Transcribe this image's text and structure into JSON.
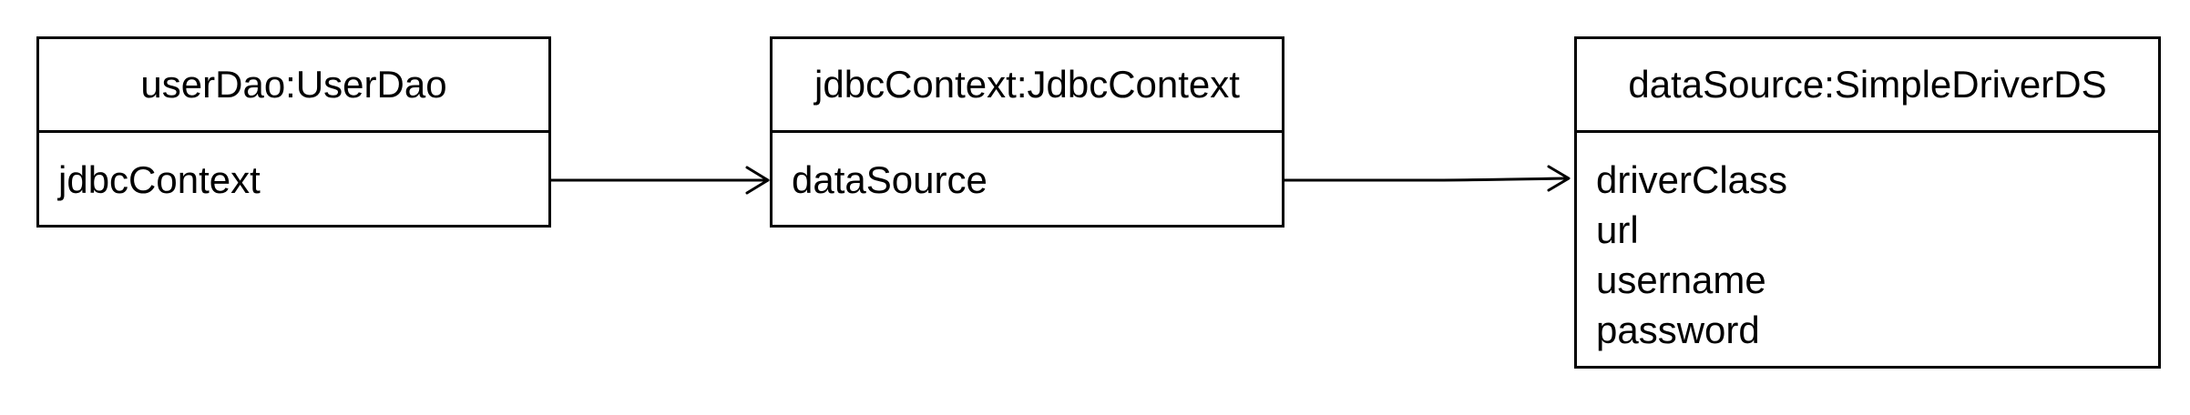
{
  "objects": [
    {
      "title": "userDao:UserDao",
      "attributes": [
        "jdbcContext"
      ]
    },
    {
      "title": "jdbcContext:JdbcContext",
      "attributes": [
        "dataSource"
      ]
    },
    {
      "title": "dataSource:SimpleDriverDS",
      "attributes": [
        "driverClass",
        "url",
        "username",
        "password"
      ]
    }
  ]
}
